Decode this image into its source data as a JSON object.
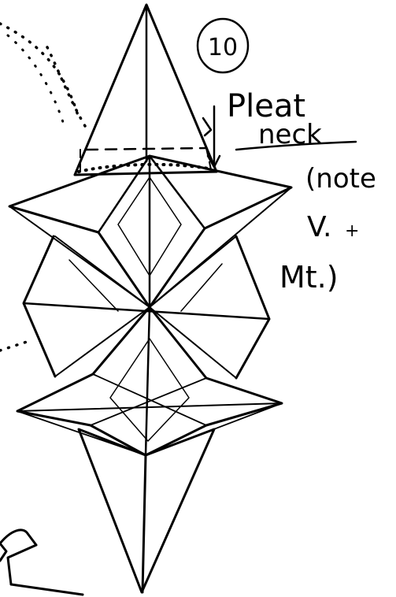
{
  "step": {
    "number": "10"
  },
  "annotations": {
    "line1": "Pleat",
    "line2": "neck",
    "line3": "(note",
    "line4": "V.",
    "line5": "Mt.)",
    "plus": "+"
  },
  "colors": {
    "ink": "#000000",
    "paper": "#ffffff"
  }
}
